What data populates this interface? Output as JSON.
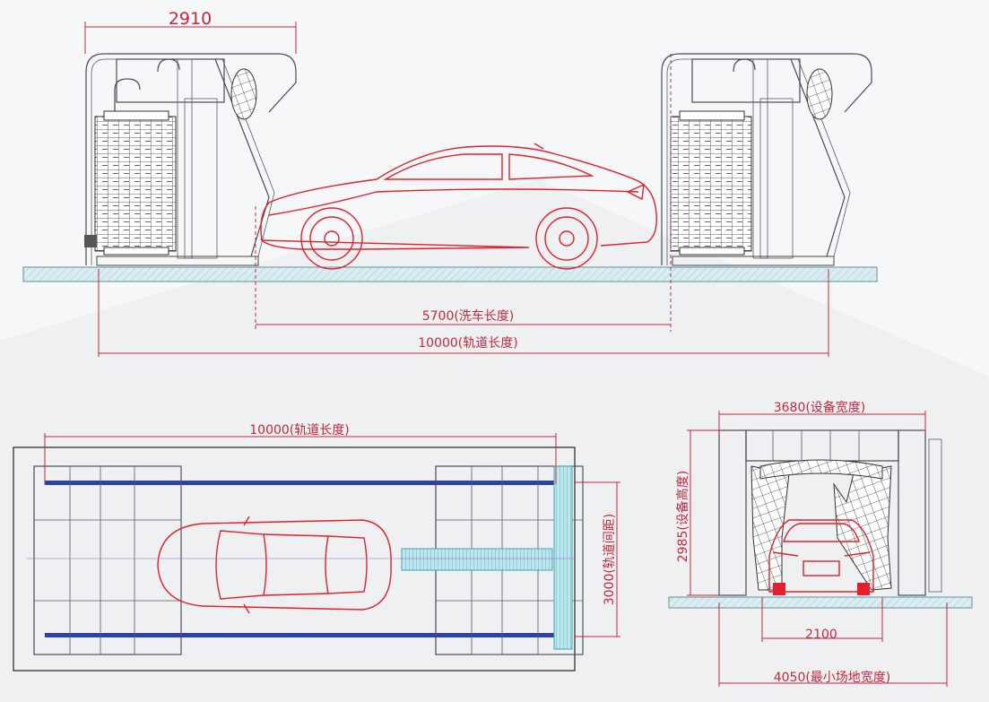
{
  "side_view": {
    "machine_width_label": "2910",
    "wash_length_label": "5700(洗车长度)",
    "track_length_label": "10000(轨道长度)"
  },
  "top_view": {
    "track_length_label": "10000(轨道长度)",
    "track_spacing_label": "3000(轨道间距)"
  },
  "front_view": {
    "equipment_width_label": "3680(设备宽度)",
    "equipment_height_label": "2985(设备高度)",
    "inner_width_label": "2100",
    "min_site_width_label": "4050(最小场地宽度)"
  },
  "colors": {
    "dimension": "#c8283c",
    "car": "#e3202b",
    "machine": "#4b4b55",
    "rail": "#2f3fa8",
    "ground": "#d8eef2"
  }
}
